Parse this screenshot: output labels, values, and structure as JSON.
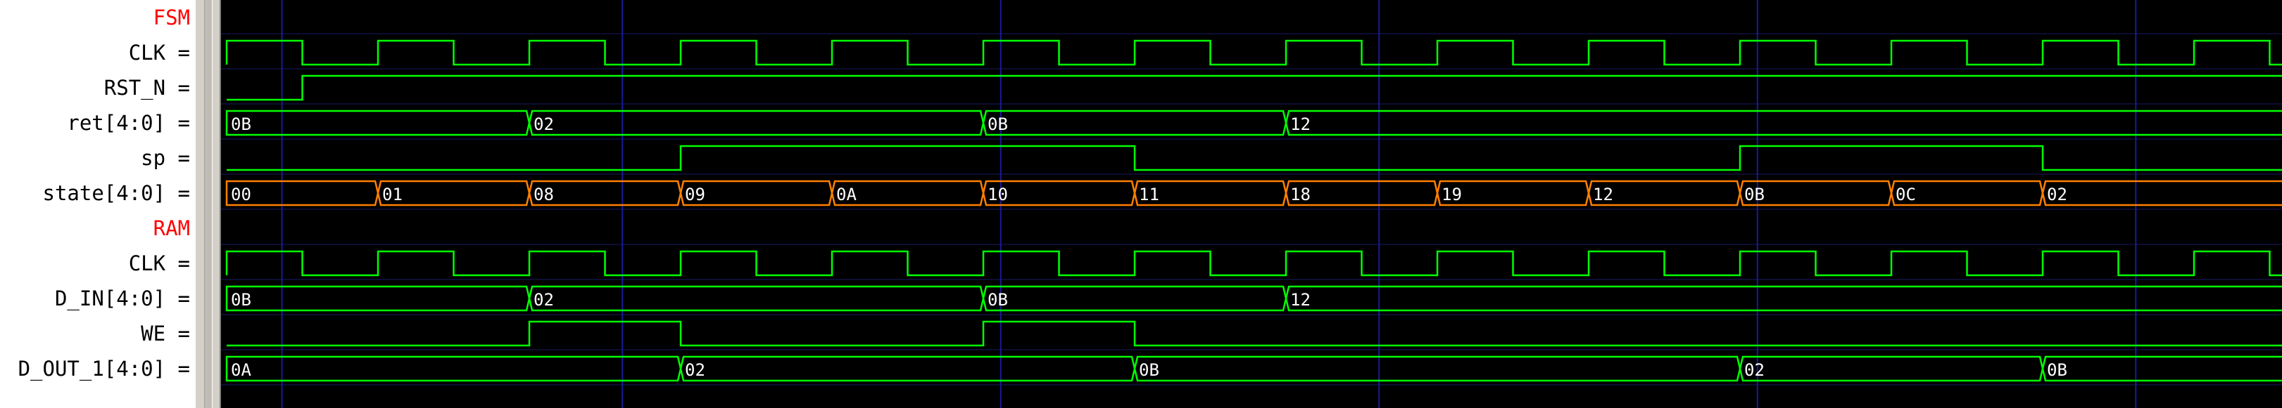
{
  "signals": [
    {
      "name": "FSM",
      "group": true
    },
    {
      "name": "CLK =",
      "type": "clock",
      "color": "#00ff00"
    },
    {
      "name": "RST_N =",
      "type": "bit",
      "color": "#00ff00",
      "transitions": [
        [
          0,
          0
        ],
        [
          1,
          1
        ]
      ]
    },
    {
      "name": "ret[4:0] =",
      "type": "bus",
      "color": "#00ff00",
      "segments": [
        [
          0,
          "0B"
        ],
        [
          4,
          "02"
        ],
        [
          10,
          "0B"
        ],
        [
          14,
          "12"
        ]
      ]
    },
    {
      "name": "sp =",
      "type": "bit",
      "color": "#00ff00",
      "transitions": [
        [
          0,
          0
        ],
        [
          6,
          1
        ],
        [
          12,
          0
        ],
        [
          20,
          1
        ],
        [
          24,
          0
        ]
      ]
    },
    {
      "name": "state[4:0] =",
      "type": "bus",
      "color": "#ff8000",
      "segments": [
        [
          0,
          "00"
        ],
        [
          2,
          "01"
        ],
        [
          4,
          "08"
        ],
        [
          6,
          "09"
        ],
        [
          8,
          "0A"
        ],
        [
          10,
          "10"
        ],
        [
          12,
          "11"
        ],
        [
          14,
          "18"
        ],
        [
          16,
          "19"
        ],
        [
          18,
          "12"
        ],
        [
          20,
          "0B"
        ],
        [
          22,
          "0C"
        ],
        [
          24,
          "02"
        ]
      ]
    },
    {
      "name": "RAM",
      "group": true
    },
    {
      "name": "CLK =",
      "type": "clock",
      "color": "#00ff00"
    },
    {
      "name": "D_IN[4:0] =",
      "type": "bus",
      "color": "#00ff00",
      "segments": [
        [
          0,
          "0B"
        ],
        [
          4,
          "02"
        ],
        [
          10,
          "0B"
        ],
        [
          14,
          "12"
        ]
      ]
    },
    {
      "name": "WE =",
      "type": "bit",
      "color": "#00ff00",
      "transitions": [
        [
          0,
          0
        ],
        [
          4,
          1
        ],
        [
          6,
          0
        ],
        [
          10,
          1
        ],
        [
          12,
          0
        ]
      ]
    },
    {
      "name": "D_OUT_1[4:0] =",
      "type": "bus",
      "color": "#00ff00",
      "segments": [
        [
          0,
          "0A"
        ],
        [
          6,
          "02"
        ],
        [
          12,
          "0B"
        ],
        [
          20,
          "02"
        ],
        [
          24,
          "0B"
        ]
      ]
    }
  ]
}
